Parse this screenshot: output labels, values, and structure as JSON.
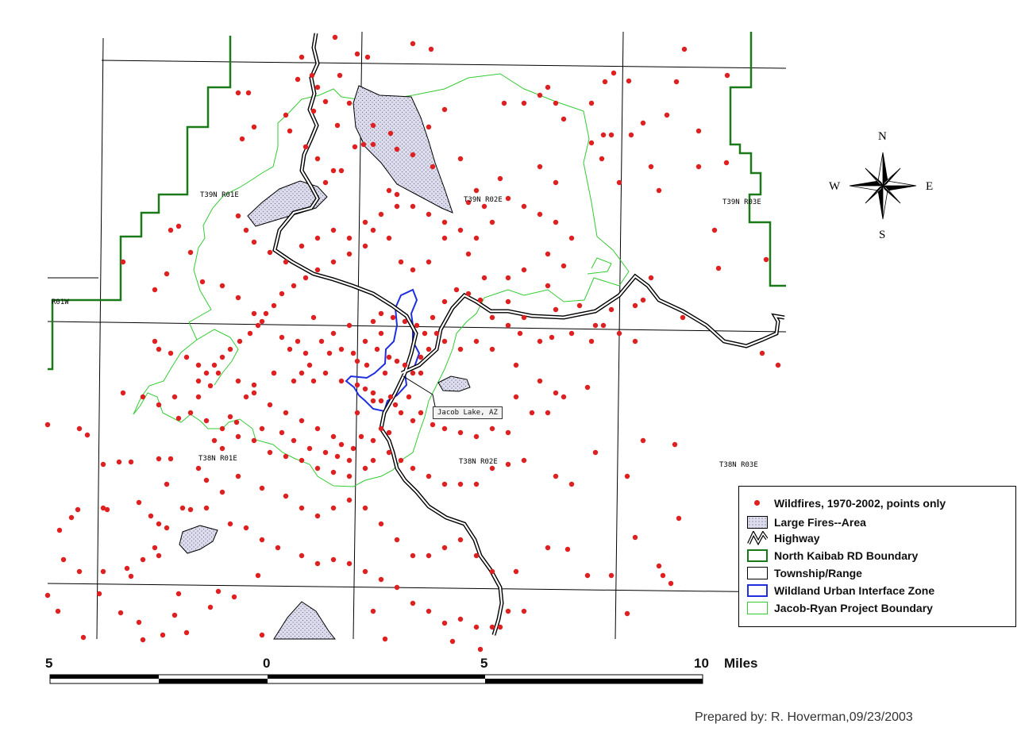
{
  "map": {
    "township_labels": {
      "t39n_r01e": "T39N R01E",
      "t39n_r02e": "T39N R02E",
      "t39n_r03e": "T39N R03E",
      "t38n_r01e": "T38N R01E",
      "t38n_r02e": "T38N R02E",
      "t38n_r03e": "T38N R03E",
      "r01w": "R01W"
    },
    "place_label": "Jacob Lake, AZ",
    "compass": {
      "n": "N",
      "s": "S",
      "e": "E",
      "w": "W"
    },
    "colors": {
      "wildfire_point": "#e02020",
      "large_fire_fill": "#dcdcec",
      "highway": "#000000",
      "north_kaibab_boundary": "#1a7a1a",
      "township_range": "#000000",
      "wui_zone": "#1f2fe0",
      "project_boundary": "#33cc33"
    }
  },
  "legend": {
    "items": [
      {
        "label": "Wildfires, 1970-2002, points only"
      },
      {
        "label": "Large Fires--Area"
      },
      {
        "label": "Highway"
      },
      {
        "label": "North Kaibab RD Boundary"
      },
      {
        "label": "Township/Range"
      },
      {
        "label": "Wildland Urban Interface Zone"
      },
      {
        "label": "Jacob-Ryan Project Boundary"
      }
    ]
  },
  "scale_bar": {
    "ticks": [
      "5",
      "0",
      "5",
      "10"
    ],
    "unit": "Miles"
  },
  "credit": "Prepared by:  R. Hoverman,09/23/2003"
}
